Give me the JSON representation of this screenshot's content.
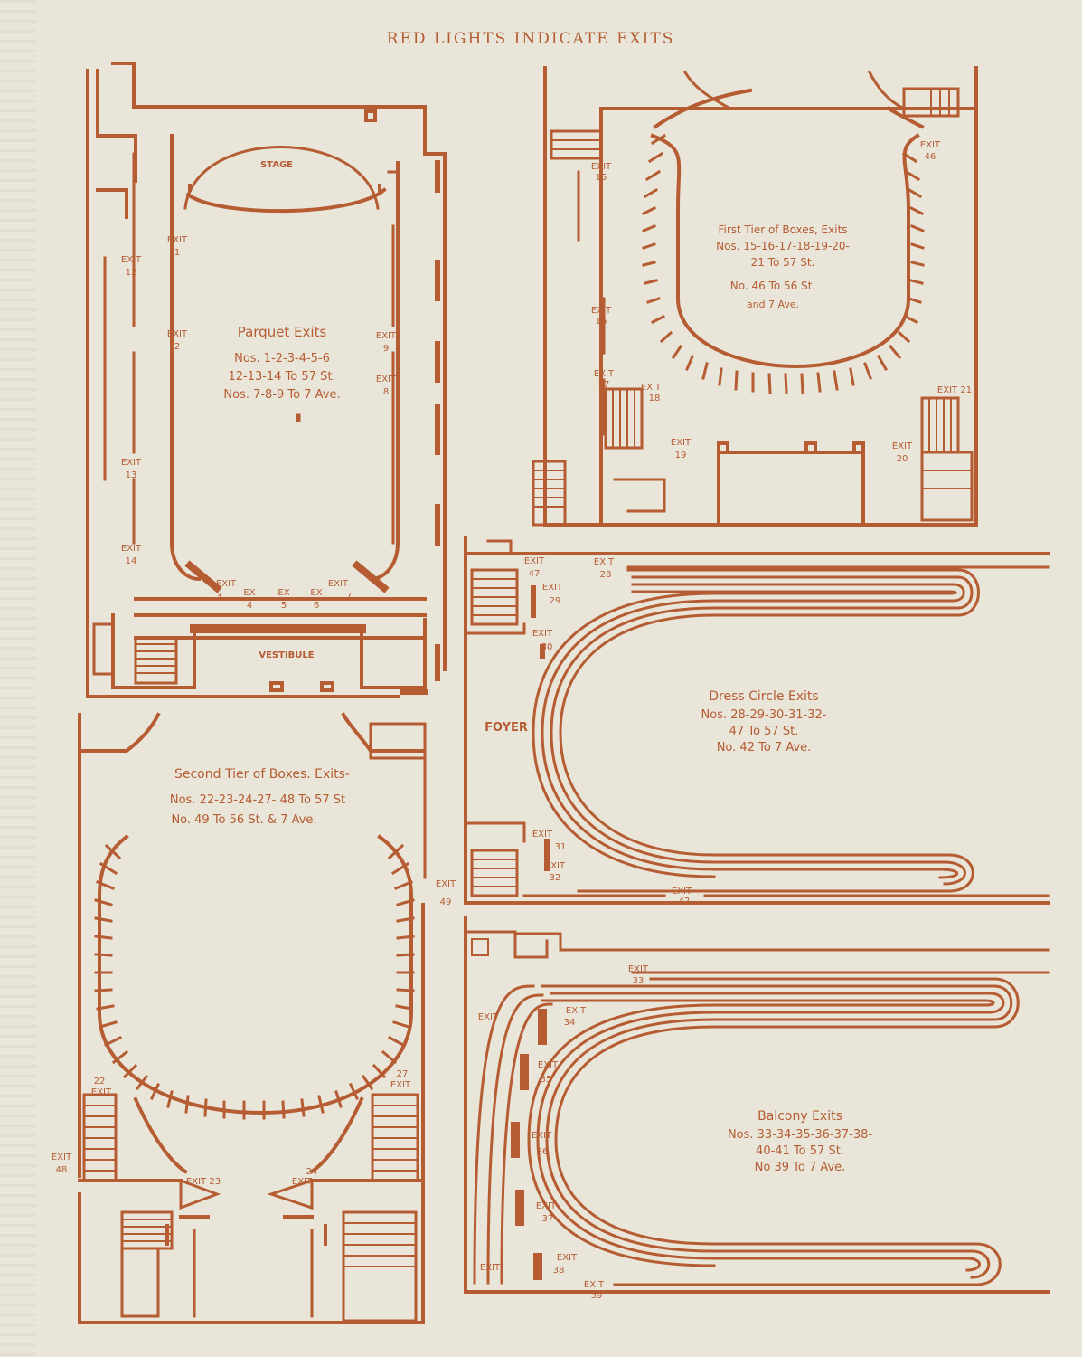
{
  "header": "RED LIGHTS INDICATE EXITS",
  "ink": "#b55c33",
  "paper": "#e9e5d9",
  "parquet": {
    "title": "Parquet Exits",
    "line1": "Nos. 1-2-3-4-5-6",
    "line2": "12-13-14 To 57 St.",
    "line3": "Nos. 7-8-9 To 7 Ave.",
    "stage": "STAGE",
    "vestibule": "VESTIBULE",
    "exits": {
      "e1": [
        "EXIT",
        "1"
      ],
      "e2": [
        "EXIT",
        "2"
      ],
      "e12": [
        "EXIT",
        "12"
      ],
      "e13": [
        "EXIT",
        "13"
      ],
      "e14": [
        "EXIT",
        "14"
      ],
      "e9": [
        "EXIT",
        "9"
      ],
      "e8": [
        "EXIT",
        "8"
      ],
      "e3": [
        "EXIT",
        "3"
      ],
      "e4": [
        "EX",
        "4"
      ],
      "e5": [
        "EX",
        "5"
      ],
      "e6": [
        "EX",
        "6"
      ],
      "e7": [
        "EXIT",
        "7"
      ]
    }
  },
  "first_tier": {
    "title": "First Tier of Boxes, Exits",
    "line1": "Nos. 15-16-17-18-19-20-",
    "line2": "21 To 57 St.",
    "line3": "No. 46 To 56 St.",
    "line4": "and 7 Ave.",
    "exits": {
      "e15": [
        "EXIT",
        "15"
      ],
      "e16": [
        "EXIT",
        "16"
      ],
      "e17": [
        "EXIT",
        "17"
      ],
      "e18": [
        "EXIT",
        "18"
      ],
      "e19": [
        "EXIT",
        "19"
      ],
      "e20": [
        "EXIT",
        "20"
      ],
      "e21": "EXIT 21",
      "e46": [
        "EXIT",
        "46"
      ]
    }
  },
  "second_tier": {
    "title": "Second Tier of Boxes. Exits-",
    "line1": "Nos. 22-23-24-27- 48 To 57 St",
    "line2": "No. 49 To 56 St. & 7 Ave.",
    "exits": {
      "e22": [
        "22",
        "EXIT"
      ],
      "e27": [
        "27",
        "EXIT"
      ],
      "e48": [
        "EXIT",
        "48"
      ],
      "e49": [
        "EXIT",
        "49"
      ],
      "e23": "EXIT 23",
      "e24": [
        "24",
        "EXIT"
      ]
    }
  },
  "dress_circle": {
    "title": "Dress Circle Exits",
    "line1": "Nos. 28-29-30-31-32-",
    "line2": "47 To 57 St.",
    "line3": "No. 42 To 7 Ave.",
    "foyer": "FOYER",
    "exits": {
      "e47": [
        "EXIT",
        "47"
      ],
      "e28": [
        "EXIT",
        "28"
      ],
      "e29": [
        "EXIT",
        "29"
      ],
      "e30": [
        "EXIT",
        "30"
      ],
      "e31": [
        "EXIT",
        "31"
      ],
      "e32": [
        "EXIT",
        "32"
      ],
      "e42": [
        "EXIT",
        "42"
      ]
    }
  },
  "balcony": {
    "title": "Balcony Exits",
    "line1": "Nos. 33-34-35-36-37-38-",
    "line2": "40-41 To 57 St.",
    "line3": "No 39 To 7 Ave.",
    "exits": {
      "e33": [
        "EXIT",
        "33"
      ],
      "e34": [
        "EXIT",
        "34"
      ],
      "e35": [
        "EXIT",
        "35"
      ],
      "e36": [
        "EXIT",
        "36"
      ],
      "e37": [
        "EXIT",
        "37"
      ],
      "e38": [
        "EXIT",
        "38"
      ],
      "e39": [
        "EXIT",
        "39"
      ],
      "e40": "EXIT",
      "e41": "EXIT"
    }
  }
}
